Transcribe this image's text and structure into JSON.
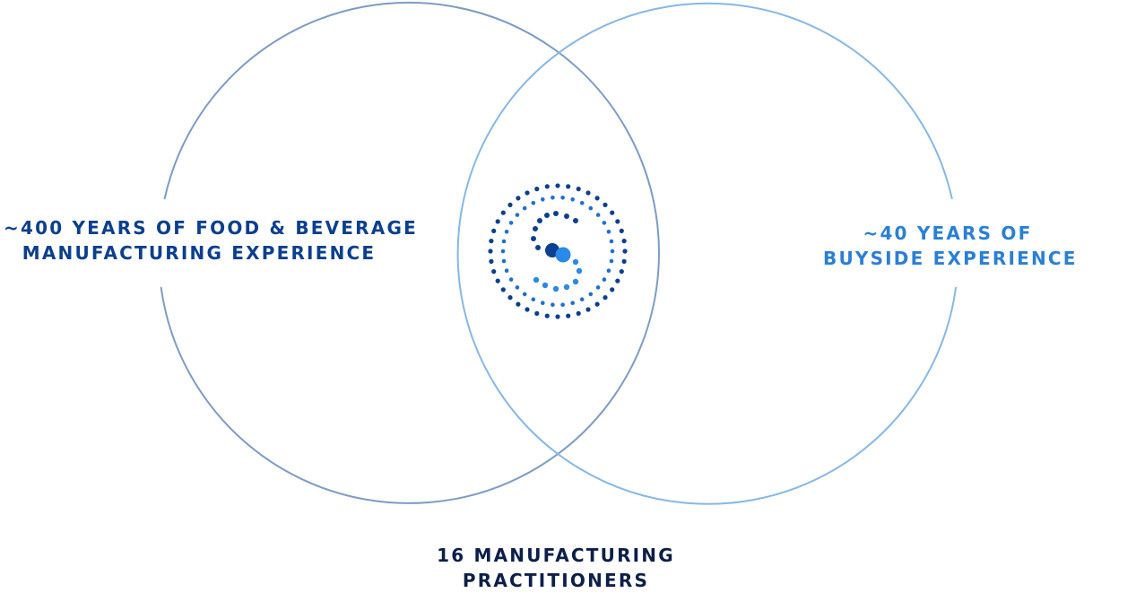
{
  "diagram": {
    "left_set": {
      "line1": "~400 YEARS OF FOOD & BEVERAGE",
      "line2": "MANUFACTURING EXPERIENCE",
      "color": "#0b3f8f",
      "stroke": "#7d9cc6"
    },
    "right_set": {
      "line1": "~40 YEARS OF",
      "line2": "BUYSIDE EXPERIENCE",
      "color": "#2a7fd6",
      "stroke": "#86b8e6"
    },
    "intersection": {
      "line1": "16 MANUFACTURING",
      "line2": "PRACTITIONERS",
      "color": "#0c1f4a"
    },
    "center_icon": "dotted-spiral-logo-icon",
    "colors": {
      "dark_blue": "#0b3f8f",
      "mid_blue": "#1f6fd1",
      "light_blue": "#2a8ae8"
    }
  }
}
